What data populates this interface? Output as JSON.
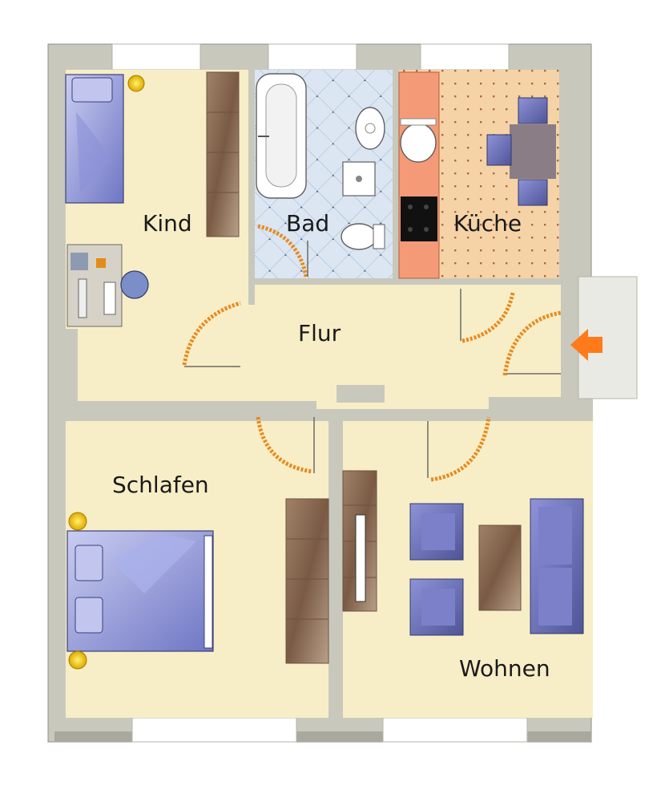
{
  "rooms": {
    "kind": "Kind",
    "bad": "Bad",
    "kueche": "Küche",
    "flur": "Flur",
    "schlafen": "Schlafen",
    "wohnen": "Wohnen"
  },
  "colors": {
    "wall": "#c9c8bd",
    "floor": "#f7eec7",
    "bath_tile": "#dbe6f2",
    "kitchen_floor": "#f6d3a6",
    "counter": "#f59a77",
    "furniture_blue": "#6f76c4",
    "wardrobe": "#9b7b63",
    "door_swing": "#e88a1d",
    "entrance_arrow": "#ff7a1a"
  },
  "icons": [
    "lamp-icon",
    "entrance-arrow-icon"
  ]
}
